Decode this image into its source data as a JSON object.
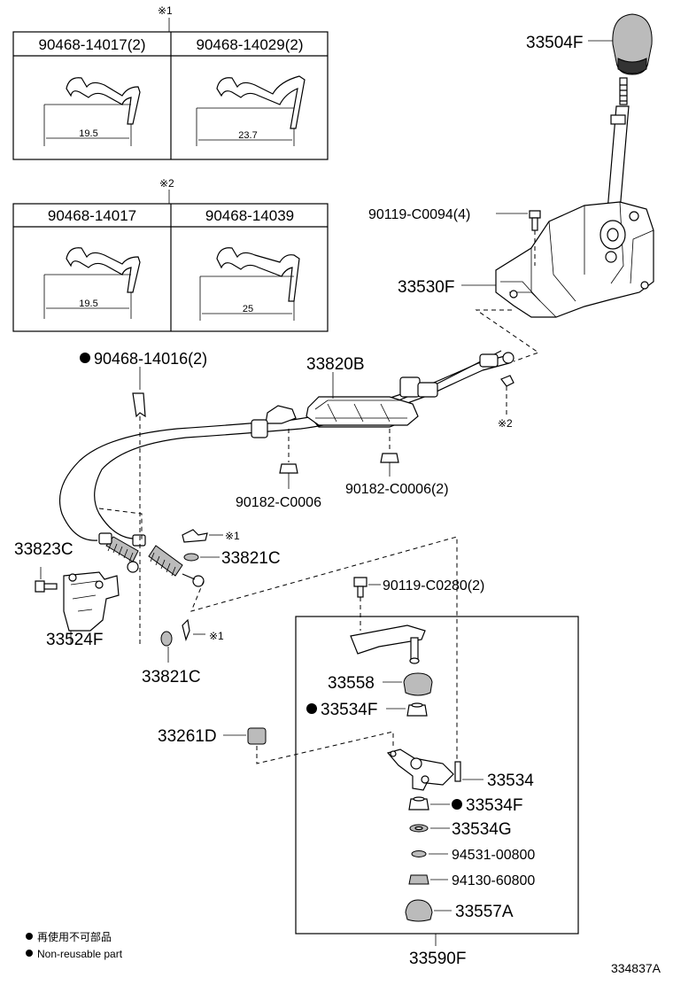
{
  "box1": {
    "mark": "※1",
    "left_part": "90468-14017(2)",
    "right_part": "90468-14029(2)",
    "left_dim": "19.5",
    "right_dim": "23.7"
  },
  "box2": {
    "mark": "※2",
    "left_part": "90468-14017",
    "right_part": "90468-14039",
    "left_dim": "19.5",
    "right_dim": "25"
  },
  "labels": {
    "knob": "33504F",
    "bolt_4": "90119-C0094(4)",
    "shift_lever": "33530F",
    "clip_2": "90468-14016(2)",
    "cable": "33820B",
    "nut_a": "90182-C0006",
    "nut_b": "90182-C0006(2)",
    "mark2": "※2",
    "bracket_c": "33823C",
    "mark1_a": "※1",
    "washer_a": "33821C",
    "bracket_f": "33524F",
    "mark1_b": "※1",
    "washer_b": "33821C",
    "bolt_2": "90119-C0280(2)",
    "bush_558": "33558",
    "bush_534f_a": "33534F",
    "cushion": "33261D",
    "lever_534": "33534",
    "bush_534f_b": "33534F",
    "washer_534g": "33534G",
    "washer_94531": "94531-00800",
    "nut_94130": "94130-60800",
    "cap_557a": "33557A",
    "assy": "33590F"
  },
  "legend": {
    "line1": "再使用不可部品",
    "line2": "Non-reusable part"
  },
  "diagram_id": "334837A"
}
